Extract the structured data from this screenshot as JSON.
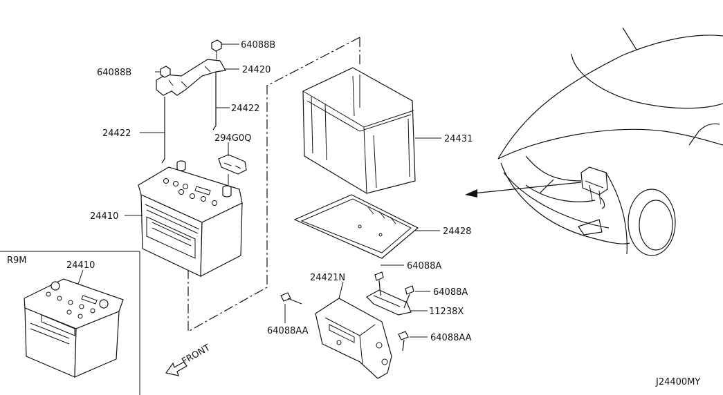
{
  "labels": {
    "p64088b_top": "64088B",
    "p64088b_left": "64088B",
    "p24420": "24420",
    "p24422_right": "24422",
    "p24422_left": "24422",
    "p294g0q": "294G0Q",
    "p24410": "24410",
    "p24431": "24431",
    "p24428": "24428",
    "p24421n": "24421N",
    "p64088a_top": "64088A",
    "p64088a_right": "64088A",
    "p11238x": "11238X",
    "p64088aa_left": "64088AA",
    "p64088aa_right": "64088AA",
    "inset_r9m": "R9M",
    "inset_24410": "24410",
    "front": "FRONT",
    "diagram_code": "J24400MY"
  }
}
